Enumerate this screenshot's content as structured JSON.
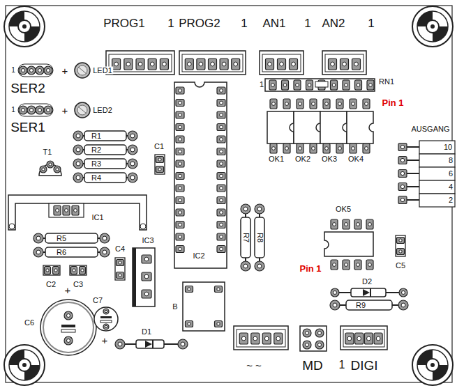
{
  "diagram": {
    "labels": [
      "PROG1",
      "1",
      "PROG2",
      "1",
      "AN1",
      "1",
      "AN2",
      "1",
      "1",
      "+",
      "LED1",
      "SER2",
      "1",
      "+",
      "LED2",
      "SER1",
      "R1",
      "R2",
      "R3",
      "R4",
      "T1",
      "C1",
      "IC1",
      "1",
      "RN1",
      "Pin 1",
      "OK1",
      "OK2",
      "OK3",
      "OK4",
      "AUSGANG",
      "10",
      "8",
      "6",
      "4",
      "2",
      "OK5",
      "R7",
      "R8",
      "R5",
      "R6",
      "C4",
      "IC3",
      "IC2",
      "Pin 1",
      "C5",
      "C2",
      "C3",
      "+",
      "C6",
      "C7",
      "+",
      "B",
      "D1",
      "D2",
      "R9",
      "~ ~",
      "MD",
      "1",
      "DIGI"
    ]
  }
}
